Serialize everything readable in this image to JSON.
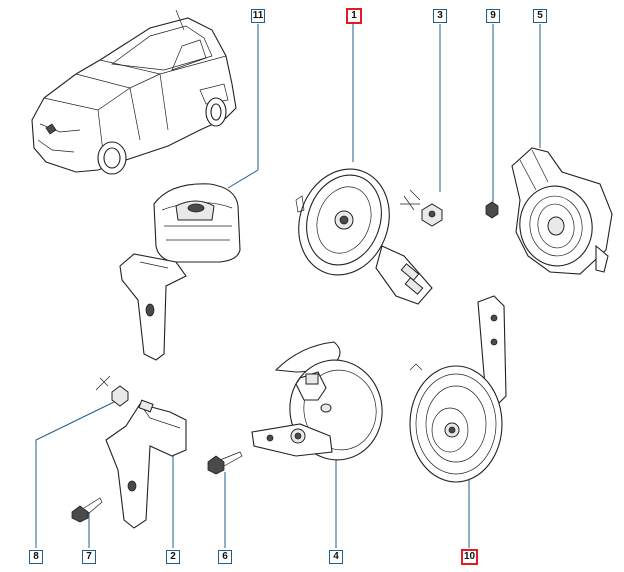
{
  "callouts": [
    {
      "id": "c11",
      "label": "11",
      "highlight": false
    },
    {
      "id": "c1",
      "label": "1",
      "highlight": true
    },
    {
      "id": "c3",
      "label": "3",
      "highlight": false
    },
    {
      "id": "c9",
      "label": "9",
      "highlight": false
    },
    {
      "id": "c5",
      "label": "5",
      "highlight": false
    },
    {
      "id": "c8",
      "label": "8",
      "highlight": false
    },
    {
      "id": "c7",
      "label": "7",
      "highlight": false
    },
    {
      "id": "c2",
      "label": "2",
      "highlight": false
    },
    {
      "id": "c6",
      "label": "6",
      "highlight": false
    },
    {
      "id": "c4",
      "label": "4",
      "highlight": false
    },
    {
      "id": "c10",
      "label": "10",
      "highlight": true
    }
  ],
  "colors": {
    "highlight": "#e31b23",
    "callout_border": "#1f5f8f",
    "line": "#222222"
  }
}
